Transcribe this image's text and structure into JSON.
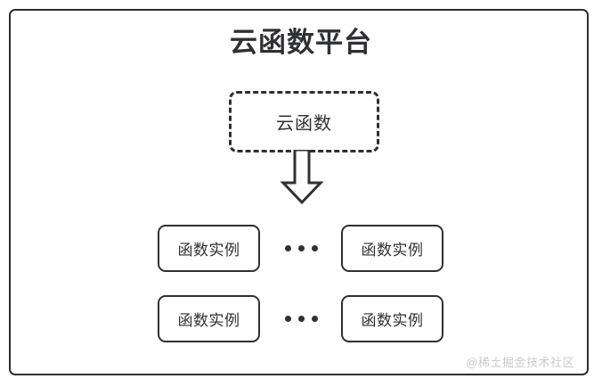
{
  "diagram": {
    "title": "云函数平台",
    "frame": {
      "border_color": "#2f3033",
      "background": "#ffffff"
    },
    "function_node": {
      "label": "云函数",
      "style": "dashed",
      "border_color": "#2f3033"
    },
    "arrow": {
      "direction": "down",
      "name": "block-arrow-down",
      "fill": "#ffffff",
      "stroke": "#2f3033"
    },
    "instance_rows": [
      {
        "left_label": "函数实例",
        "ellipsis": "•••",
        "right_label": "函数实例"
      },
      {
        "left_label": "函数实例",
        "ellipsis": "•••",
        "right_label": "函数实例"
      }
    ],
    "watermark": "@稀土掘金技术社区"
  }
}
